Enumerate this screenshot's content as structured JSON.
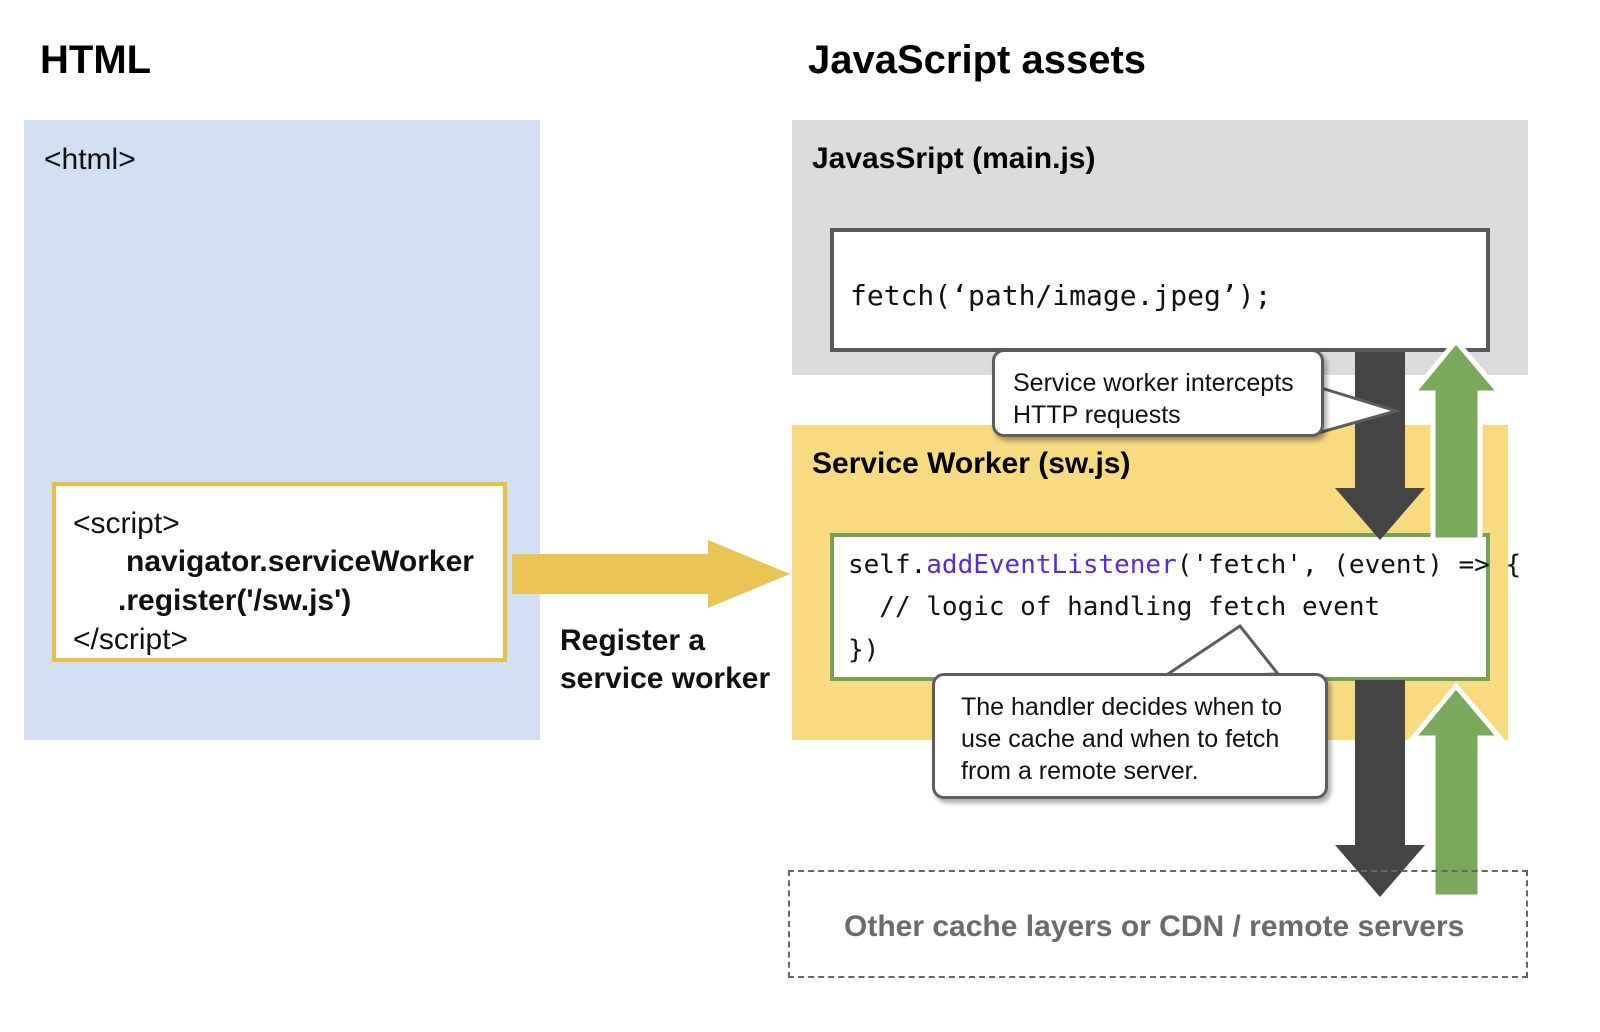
{
  "headings": {
    "html": "HTML",
    "assets": "JavaScript assets"
  },
  "html_panel": {
    "tag": "<html>",
    "bg_color": "#d3dff2",
    "script_box": {
      "border_color": "#e7bf4a",
      "lines": [
        "<script>",
        "navigator.serviceWorker",
        ".register('/sw.js')",
        "</script>"
      ]
    }
  },
  "register_arrow": {
    "label": "Register a service worker",
    "label_line1": "Register a",
    "label_line2": "service worker",
    "color": "#eac355"
  },
  "mainjs_panel": {
    "label": "JavasSript (main.js)",
    "bg_color": "#dcdcdc",
    "code_box": {
      "border_color": "#595959",
      "code": "fetch(‘path/image.jpeg’);"
    }
  },
  "service_worker_panel": {
    "label": "Service Worker (sw.js)",
    "bg_color": "#f8da80",
    "code_box": {
      "border_color": "#76a055",
      "lines": [
        {
          "prefix": "self.",
          "fn": "addEventListener",
          "suffix": "('fetch', (event) => {"
        },
        {
          "prefix": "  // logic of handling fetch event",
          "fn": "",
          "suffix": ""
        },
        {
          "prefix": "})",
          "fn": "",
          "suffix": ""
        }
      ],
      "fn_color": "#5b2ad0"
    }
  },
  "remote_box": {
    "label": "Other cache layers or CDN / remote servers",
    "border_style": "dashed",
    "text_color": "#6b6b6b"
  },
  "callouts": [
    {
      "id": "intercept",
      "text": "Service worker intercepts HTTP requests",
      "line1": "Service worker intercepts",
      "line2": "HTTP requests"
    },
    {
      "id": "handler",
      "text": "The handler decides when to use cache and when to fetch from a remote server.",
      "line1": "The handler decides when to",
      "line2": "use cache and when to fetch",
      "line3": "from a remote server."
    }
  ],
  "flow_arrows": {
    "request_color": "#444444",
    "response_color": "#7aa95c"
  }
}
